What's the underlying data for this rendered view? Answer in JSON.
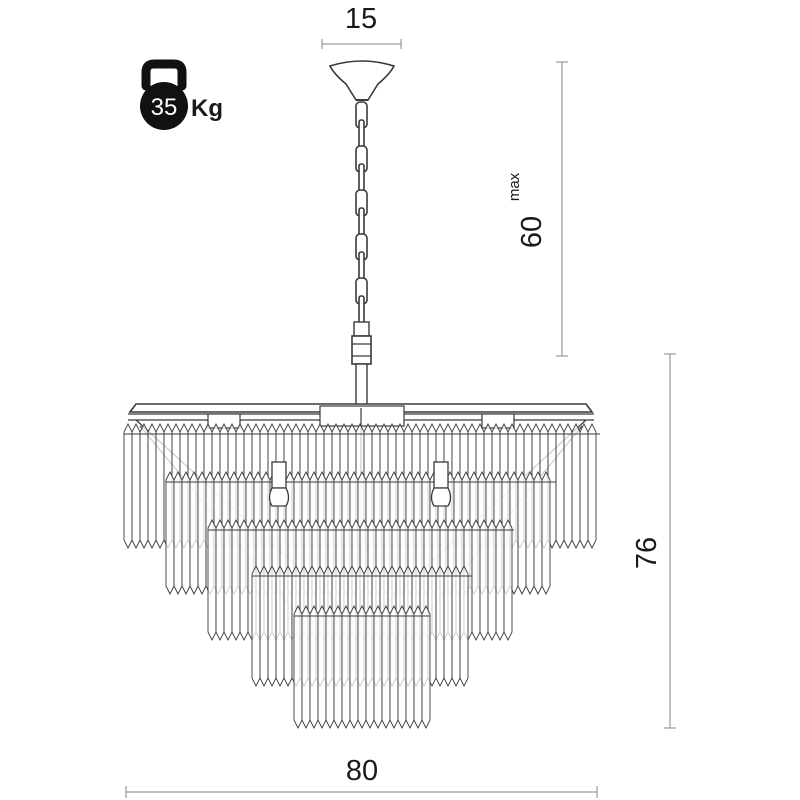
{
  "weight": {
    "value": "35",
    "unit": "Kg",
    "icon": "kettlebell-icon"
  },
  "dimensions": {
    "canopy_width": "15",
    "chain_length": "60",
    "chain_length_note": "max",
    "total_height": "76",
    "diameter": "80"
  },
  "colors": {
    "line": "#3a3a3a",
    "dim_line": "#9a9a9a",
    "icon": "#111111"
  }
}
